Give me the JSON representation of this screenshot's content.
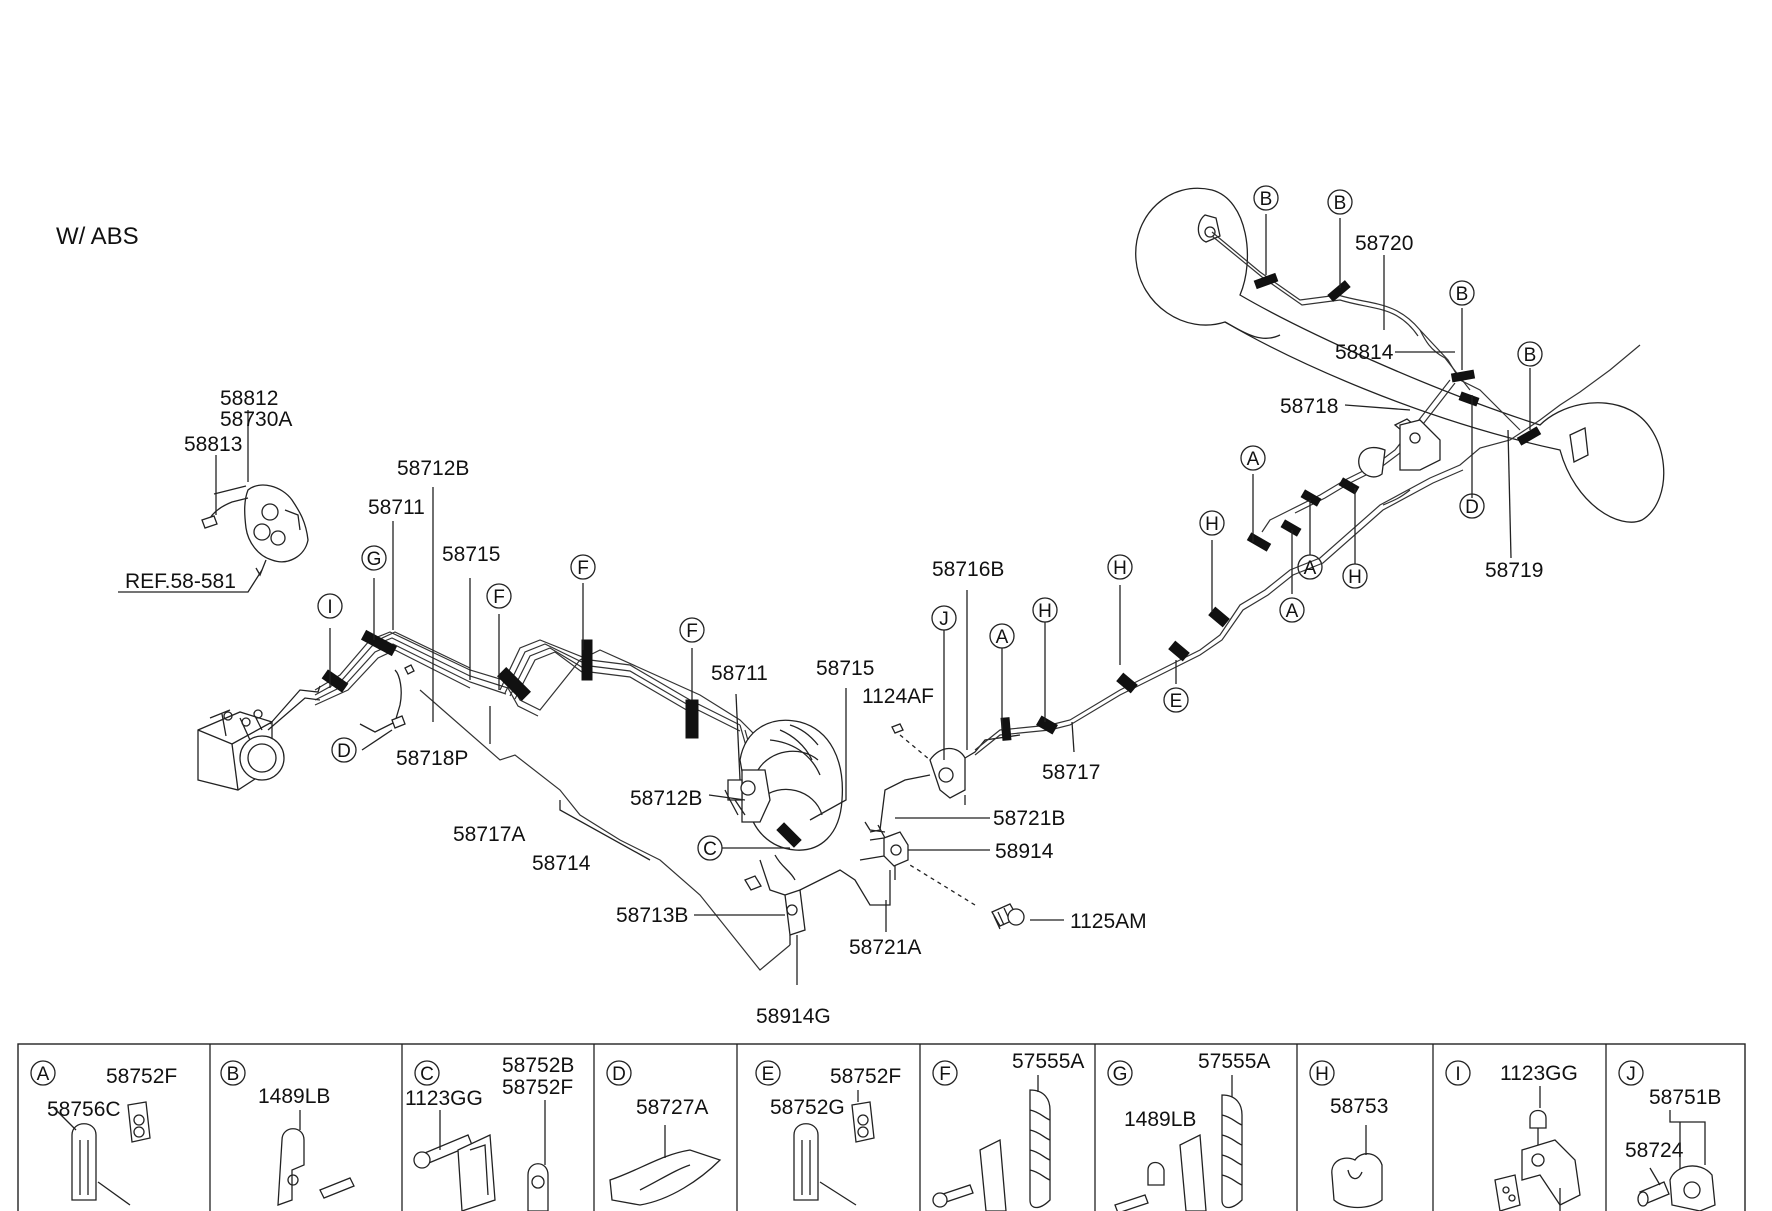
{
  "title": "W/ ABS",
  "callouts": {
    "p58812": "58812",
    "p58730A": "58730A",
    "p58813": "58813",
    "ref": "REF.58-581",
    "p58712B_top": "58712B",
    "p58711_top": "58711",
    "p58715_top": "58715",
    "p58718P": "58718P",
    "p58717A": "58717A",
    "p58714": "58714",
    "p58711_mid": "58711",
    "p58715_mid": "58715",
    "p1124AF": "1124AF",
    "p58716B": "58716B",
    "p58712B_mid": "58712B",
    "p58721B": "58721B",
    "p58914": "58914",
    "p58713B": "58713B",
    "p58721A": "58721A",
    "p1125AM": "1125AM",
    "p58914G": "58914G",
    "p58717": "58717",
    "p58720": "58720",
    "p58814": "58814",
    "p58718": "58718",
    "p58719": "58719"
  },
  "markers": {
    "A": "A",
    "B": "B",
    "C": "C",
    "D": "D",
    "E": "E",
    "F": "F",
    "G": "G",
    "H": "H",
    "I": "I",
    "J": "J"
  },
  "legend": [
    {
      "letter": "A",
      "parts": [
        "58752F",
        "58756C"
      ]
    },
    {
      "letter": "B",
      "parts": [
        "1489LB"
      ]
    },
    {
      "letter": "C",
      "parts": [
        "1123GG",
        "58752B",
        "58752F"
      ]
    },
    {
      "letter": "D",
      "parts": [
        "58727A"
      ]
    },
    {
      "letter": "E",
      "parts": [
        "58752F",
        "58752G"
      ]
    },
    {
      "letter": "F",
      "parts": [
        "57555A"
      ]
    },
    {
      "letter": "G",
      "parts": [
        "57555A",
        "1489LB"
      ]
    },
    {
      "letter": "H",
      "parts": [
        "58753"
      ]
    },
    {
      "letter": "I",
      "parts": [
        "1123GG"
      ]
    },
    {
      "letter": "J",
      "parts": [
        "58751B",
        "58724"
      ]
    }
  ]
}
